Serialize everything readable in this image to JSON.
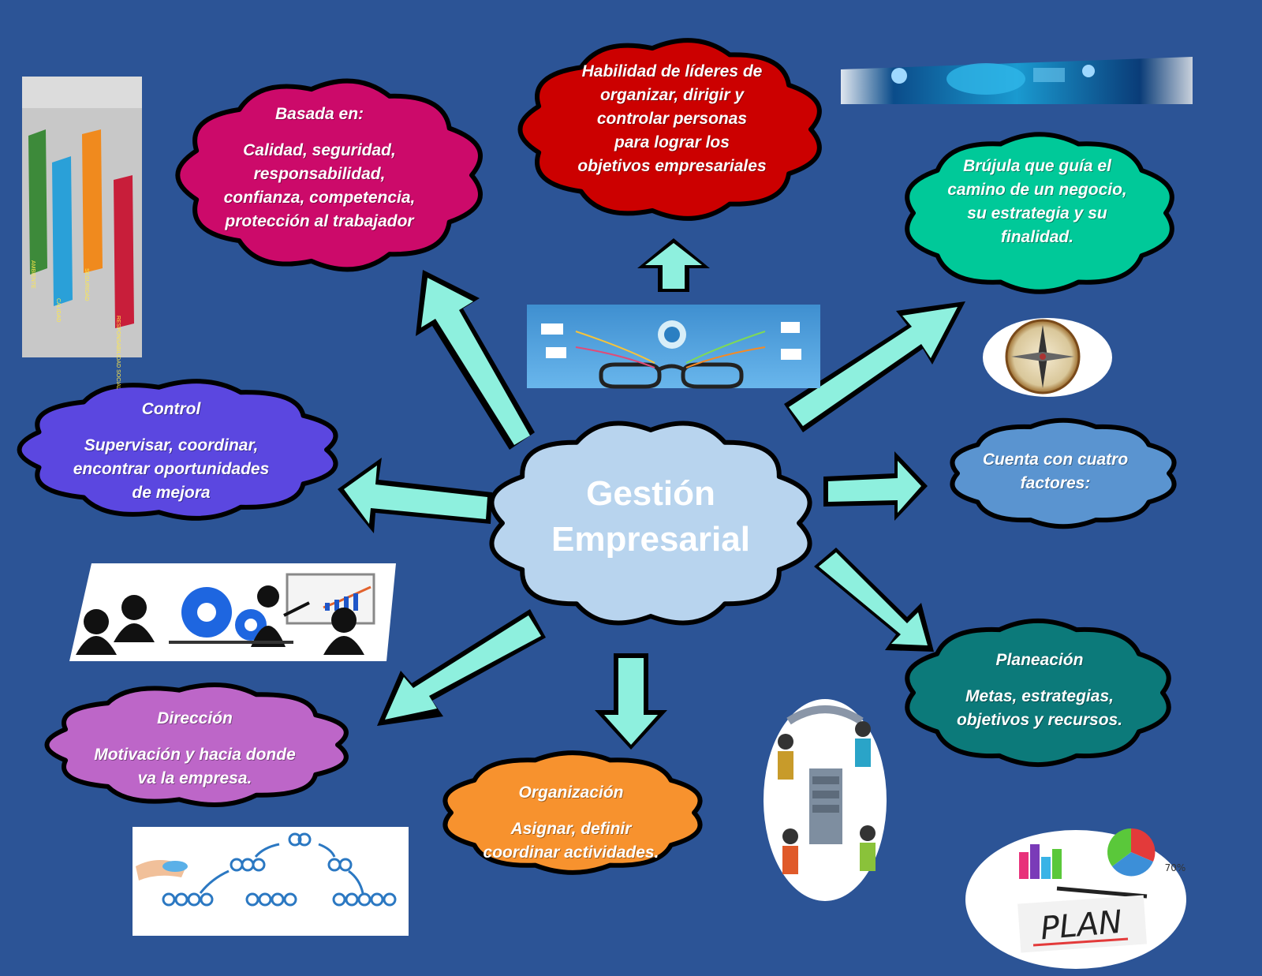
{
  "central": {
    "line1": "Gestión",
    "line2": "Empresarial"
  },
  "nodes": {
    "basada": {
      "title": "Basada en:",
      "body": "Calidad, seguridad, responsabilidad, confianza, competencia, protección al trabajador",
      "color": "#cc0a6a"
    },
    "habilidad": {
      "body": "Habilidad de líderes de organizar, dirigir y controlar personas para lograr los objetivos empresariales",
      "color": "#cc0000"
    },
    "brujula": {
      "body": "Brújula que guía el camino de un negocio, su estrategia y su finalidad.",
      "color": "#00c999"
    },
    "control": {
      "title": "Control",
      "body": "Supervisar, coordinar, encontrar oportunidades de mejora",
      "color": "#5b47e0"
    },
    "factores": {
      "body": "Cuenta con cuatro factores:",
      "color": "#5a94d0"
    },
    "planeacion": {
      "title": "Planeación",
      "body": "Metas, estrategias, objetivos y recursos.",
      "color": "#0c7a7a"
    },
    "direccion": {
      "title": "Dirección",
      "body": "Motivación y hacia donde va la empresa.",
      "color": "#bd66c8"
    },
    "organizacion": {
      "title": "Organización",
      "body": "Asignar, definir coordinar actividades.",
      "color": "#f7922e"
    }
  },
  "central_color": "#b8d4ee",
  "arrow_color": "#8ef0de",
  "image_labels": {
    "values_panel": [
      "AMBIENTE",
      "CALIDAD",
      "SEGURIDAD",
      "RESPONSABILIDAD SOCIAL"
    ],
    "plan_note": "PLAN",
    "plan_percent": "70%"
  }
}
